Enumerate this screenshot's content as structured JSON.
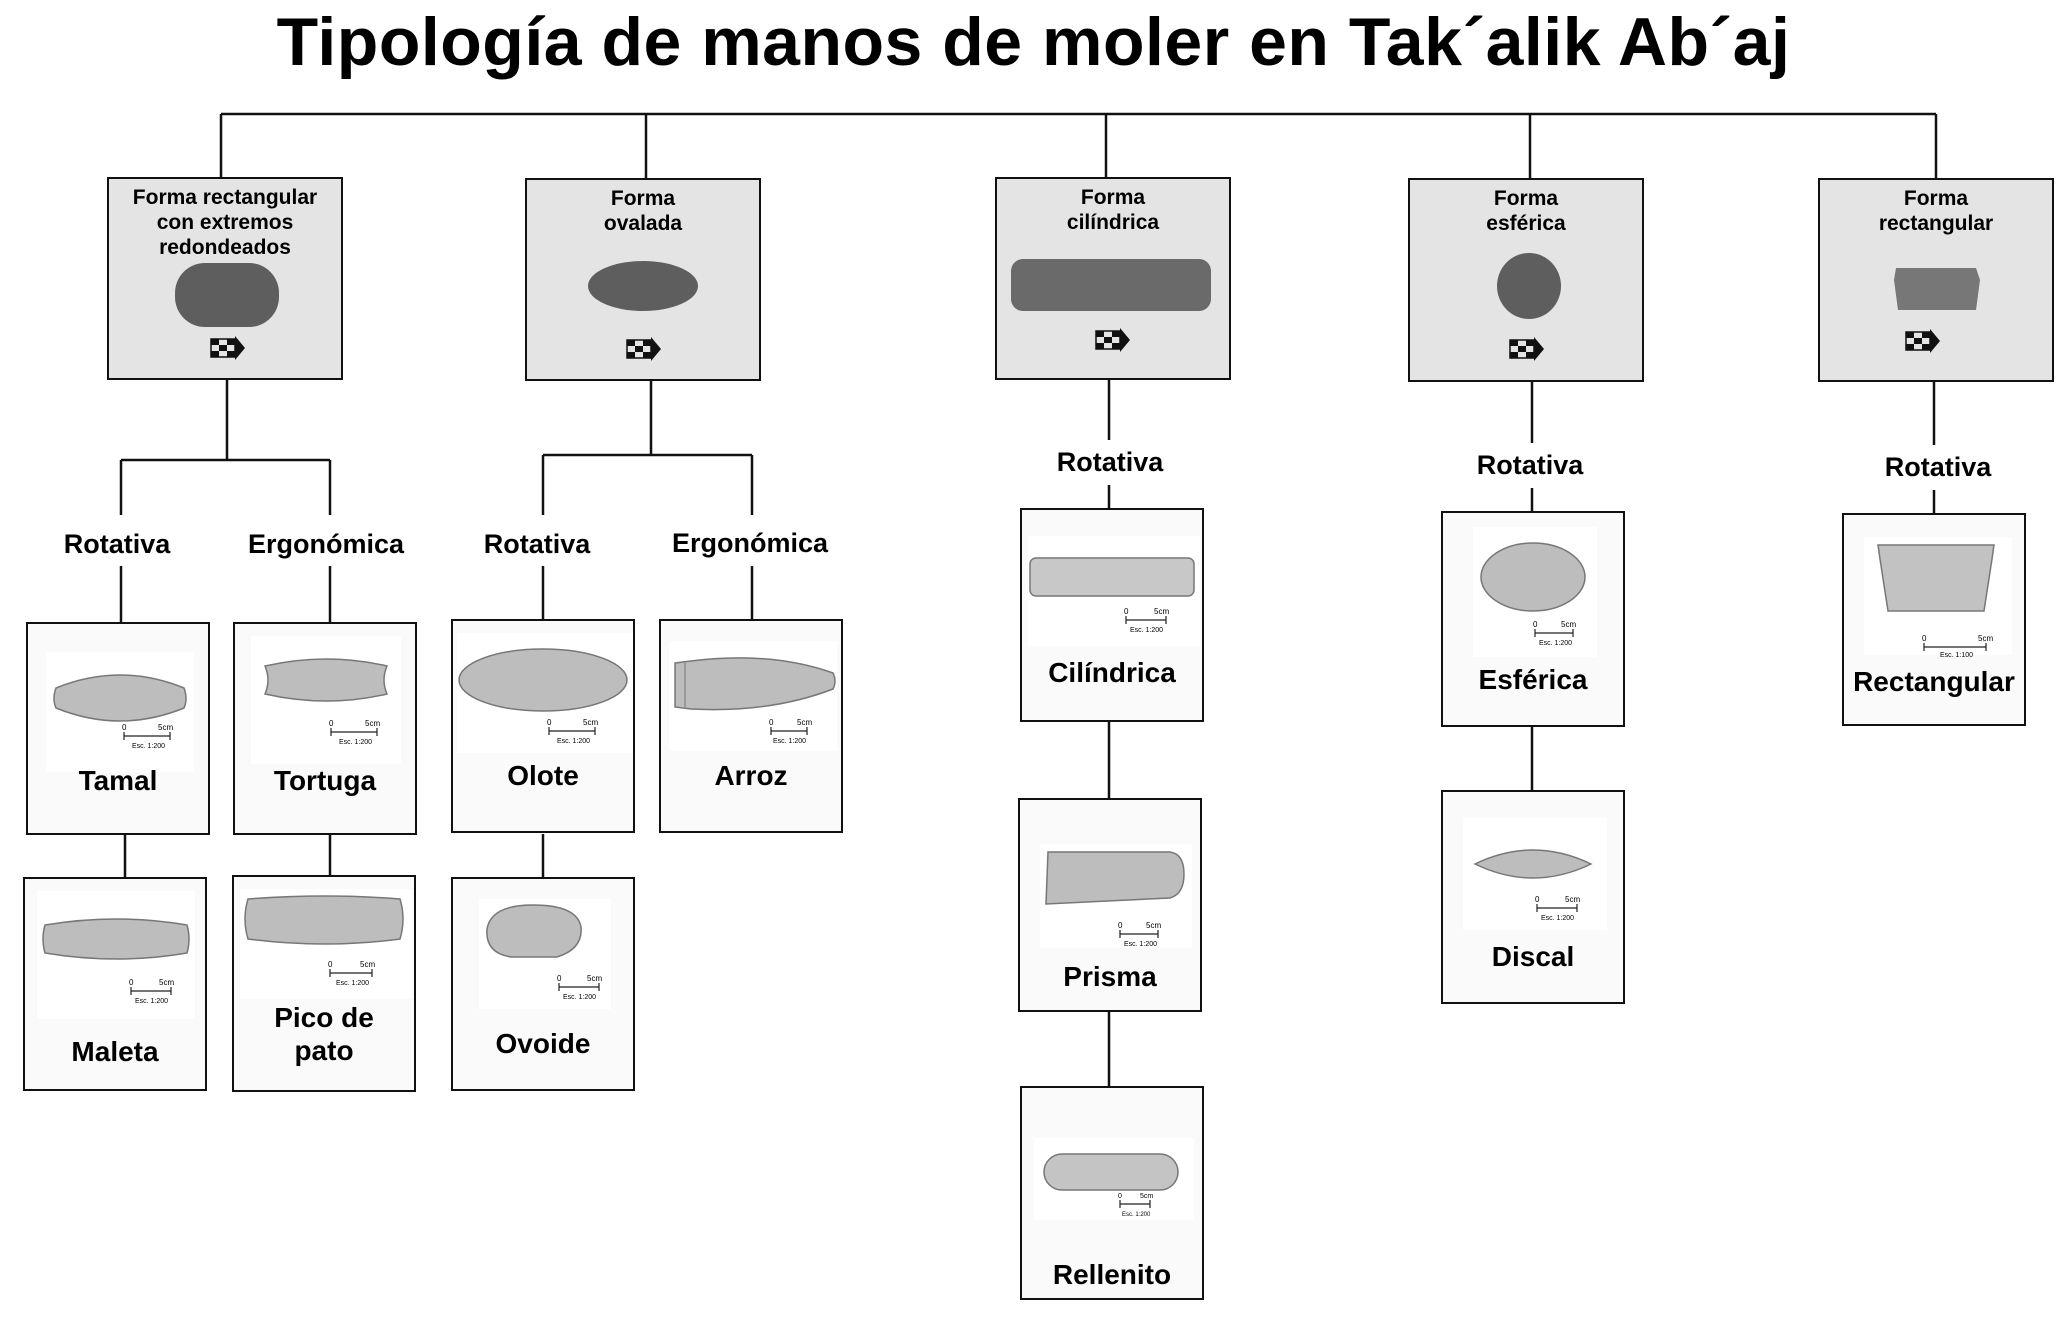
{
  "title": "Tipología de manos de moler en Tak´alik Ab´aj",
  "categories": [
    {
      "name": "Forma rectangular\ncon extremos\nredondeados"
    },
    {
      "name": "Forma\novalada"
    },
    {
      "name": "Forma\ncilíndrica"
    },
    {
      "name": "Forma\nesférica"
    },
    {
      "name": "Forma\nrectangular"
    }
  ],
  "movement_labels": {
    "rotativa": "Rotativa",
    "ergonomica": "Ergonómica"
  },
  "scale": {
    "zero": "0",
    "length": "5cm",
    "ratio": "Esc. 1:200",
    "ratio_alt": "Esc. 1:100"
  },
  "types": {
    "tamal": "Tamal",
    "maleta": "Maleta",
    "tortuga": "Tortuga",
    "pico_de_pato": "Pico de\npato",
    "olote": "Olote",
    "ovoide": "Ovoide",
    "arroz": "Arroz",
    "cilindrica": "Cilíndrica",
    "prisma": "Prisma",
    "rellenito": "Rellenito",
    "esferica": "Esférica",
    "discal": "Discal",
    "rectangular": "Rectangular"
  },
  "colors": {
    "line": "#111111",
    "category_fill": "#e4e4e4",
    "stone_dark": "#5e5e5e",
    "stone_light": "#bdbdbd"
  }
}
